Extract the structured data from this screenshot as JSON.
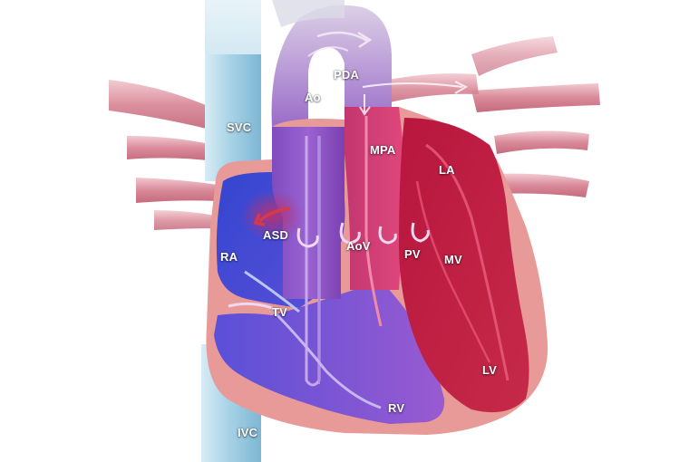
{
  "labels": {
    "pda": "PDA",
    "ao": "Ao",
    "svc": "SVC",
    "mpa": "MPA",
    "la": "LA",
    "asd": "ASD",
    "aov": "AoV",
    "pv": "PV",
    "mv": "MV",
    "ra": "RA",
    "tv": "TV",
    "lv": "LV",
    "rv": "RV",
    "ivc": "IVC"
  },
  "colors": {
    "vena_cava": "#a7d3e6",
    "right_atrium": "#3d4fd6",
    "right_ventricle": "#8a52d0",
    "aorta": "#8e56c6",
    "pulmonary_artery": "#c4306c",
    "left_heart": "#b01840",
    "myocardium": "#e89a98",
    "pulmonary_vessels": "#d98a99"
  }
}
